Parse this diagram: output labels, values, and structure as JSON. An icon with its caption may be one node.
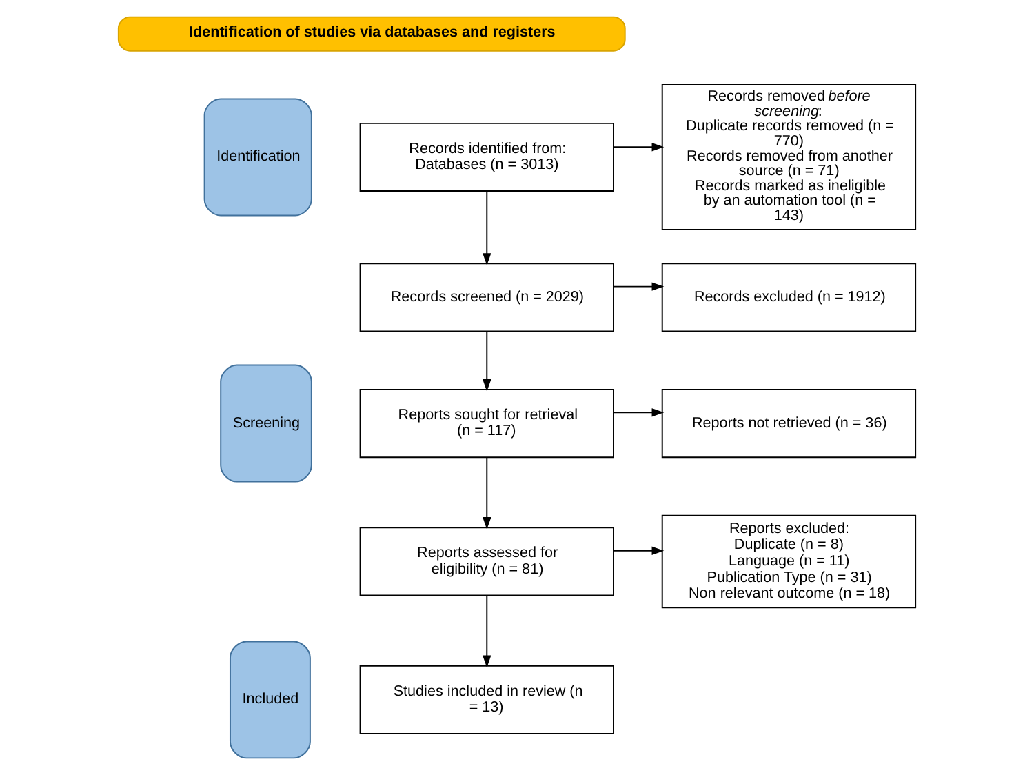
{
  "diagram": {
    "nodes": [
      {
        "text": [
          "Identification of studies via databases and registers"
        ]
      },
      {
        "text": [
          "Identification"
        ]
      },
      {
        "text": [
          "Screening"
        ]
      },
      {
        "text": [
          "Included"
        ]
      },
      {
        "text": [
          "Records identified from: Databases (n = 3013)"
        ]
      },
      {
        "text": [
          "Records removed *before screening*:",
          "Duplicate records removed (n = 770)",
          "Records removed from another source (n = 71)",
          "Records marked as ineligible by an automation tool (n = 143)"
        ]
      },
      {
        "text": [
          "Records screened (n = 2029)"
        ]
      },
      {
        "text": [
          "Records excluded (n = 1912)"
        ]
      },
      {
        "text": [
          "Reports sought for retrieval (n = 117)"
        ]
      },
      {
        "text": [
          "Reports not retrieved (n = 36)"
        ]
      },
      {
        "text": [
          "Reports assessed for eligibility (n = 81)"
        ]
      },
      {
        "text": [
          "Reports excluded:",
          "Duplicate (n = 8)",
          "Language (n = 11)",
          "Publication Type (n = 31)",
          "Non relevant outcome (n = 18)"
        ]
      },
      {
        "text": [
          "Studies included in review (n = 13)"
        ]
      }
    ],
    "edges": [
      {
        "from": 4,
        "to": 5,
        "arrow": "to"
      },
      {
        "from": 4,
        "to": 6,
        "arrow": "to"
      },
      {
        "from": 6,
        "to": 7,
        "arrow": "to"
      },
      {
        "from": 6,
        "to": 8,
        "arrow": "to"
      },
      {
        "from": 8,
        "to": 9,
        "arrow": "to"
      },
      {
        "from": 8,
        "to": 10,
        "arrow": "to"
      },
      {
        "from": 10,
        "to": 11,
        "arrow": "to"
      },
      {
        "from": 10,
        "to": 12,
        "arrow": "to"
      }
    ]
  }
}
